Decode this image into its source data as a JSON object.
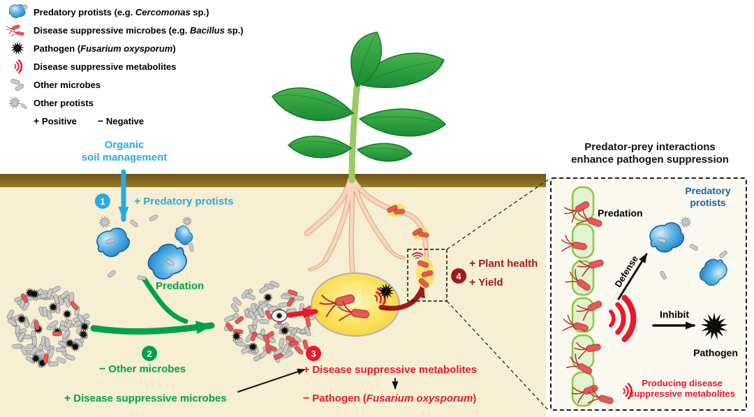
{
  "legend": {
    "items": [
      {
        "prefix": "Predatory protists (e.g. ",
        "italic": "Cercomonas",
        "suffix": " sp.)"
      },
      {
        "prefix": "Disease suppressive microbes (e.g. ",
        "italic": "Bacillus",
        "suffix": " sp.)"
      },
      {
        "prefix": "Pathogen (",
        "italic": "Fusarium oxysporum",
        "suffix": ")"
      },
      {
        "prefix": "Disease suppressive metabolites",
        "italic": "",
        "suffix": ""
      },
      {
        "prefix": "Other microbes",
        "italic": "",
        "suffix": ""
      },
      {
        "prefix": "Other protists",
        "italic": "",
        "suffix": ""
      }
    ],
    "positive": {
      "sign": "+",
      "text": "Positive"
    },
    "negative": {
      "sign": "−",
      "text": "Negative"
    }
  },
  "main": {
    "organic_line1": "Organic",
    "organic_line2": "soil management",
    "steps": [
      "1",
      "2",
      "3",
      "4"
    ],
    "predatory_protists": {
      "sign": "+",
      "text": "Predatory protists"
    },
    "predation": "Predation",
    "other_microbes": {
      "sign": "−",
      "text": "Other microbes"
    },
    "suppressive_microbes": {
      "sign": "+",
      "text": "Disease suppressive microbes"
    },
    "suppressive_metabolites": {
      "sign": "+",
      "text": "Disease suppressive metabolites"
    },
    "pathogen": {
      "sign": "−",
      "prefix": "Pathogen (",
      "italic": "Fusarium oxysporum",
      "suffix": ")"
    },
    "plant_health": {
      "sign": "+",
      "text": "Plant health"
    },
    "yield": {
      "sign": "+",
      "text": "Yield"
    }
  },
  "inset": {
    "title_line1": "Predator-prey interactions",
    "title_line2": "enhance pathogen suppression",
    "predatory_protists_line1": "Predatory",
    "predatory_protists_line2": "protists",
    "predation": "Predation",
    "defense": "Defense",
    "inhibit": "Inhibit",
    "pathogen": "Pathogen",
    "producing_line1": "Producing disease",
    "producing_line2": "suppressive metabolites"
  },
  "colors": {
    "cyan": "#29ABE2",
    "green": "#00A14B",
    "red": "#E8192C",
    "dark_red": "#9E1A1A",
    "blue": "#1565A7",
    "soil": "#F6EFD4",
    "soil_band": "#8A6C1F",
    "root_glow": "#FFDF5E",
    "microbe_gray": "#C9C9C9",
    "bacteria_red": "#EE5555",
    "protist_blue": "#3D9BD5"
  }
}
